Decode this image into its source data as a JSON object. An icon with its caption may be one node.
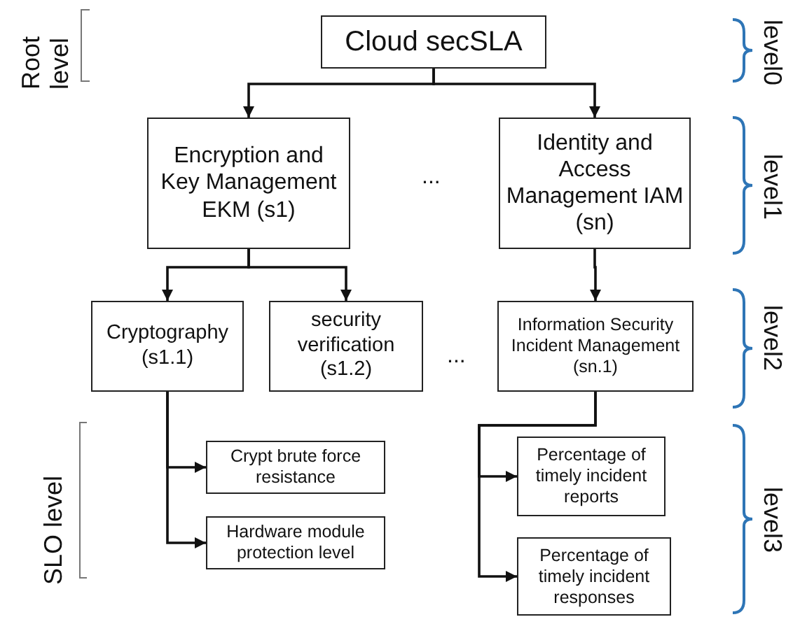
{
  "diagram": {
    "nodes": [
      {
        "text": [
          "Cloud secSLA"
        ]
      },
      {
        "text": [
          "Encryption and Key Management EKM (s1)"
        ]
      },
      {
        "text": [
          "Identity and Access Management IAM (sn)"
        ]
      },
      {
        "text": [
          "Cryptography (s1.1)"
        ]
      },
      {
        "text": [
          "security verification (s1.2)"
        ]
      },
      {
        "text": [
          "Information Security Incident Management (sn.1)"
        ]
      },
      {
        "text": [
          "Crypt brute force resistance"
        ]
      },
      {
        "text": [
          "Hardware module protection level"
        ]
      },
      {
        "text": [
          "Percentage of timely incident reports"
        ]
      },
      {
        "text": [
          "Percentage of timely incident responses"
        ]
      }
    ],
    "edges": [
      {
        "from": 0,
        "to": 1,
        "arrow": "to"
      },
      {
        "from": 0,
        "to": 2,
        "arrow": "to"
      },
      {
        "from": 1,
        "to": 3,
        "arrow": "to"
      },
      {
        "from": 1,
        "to": 4,
        "arrow": "to"
      },
      {
        "from": 2,
        "to": 5,
        "arrow": "to"
      },
      {
        "from": 3,
        "to": 6,
        "arrow": "to"
      },
      {
        "from": 3,
        "to": 7,
        "arrow": "to"
      },
      {
        "from": 5,
        "to": 8,
        "arrow": "to"
      },
      {
        "from": 5,
        "to": 9,
        "arrow": "to"
      }
    ],
    "labels": [
      "Root level",
      "level0",
      "...",
      "level1",
      "...",
      "level2",
      "SLO level",
      "level3"
    ]
  }
}
